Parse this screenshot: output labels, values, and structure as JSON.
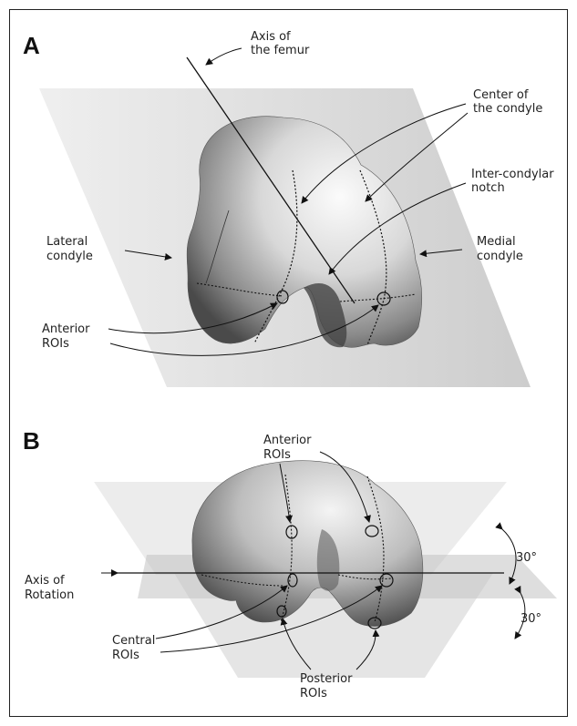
{
  "panels": [
    {
      "letter": "A",
      "labels": {
        "axis_femur": [
          "Axis of",
          "the femur"
        ],
        "center_condyle": [
          "Center of",
          "the condyle"
        ],
        "notch": [
          "Inter-condylar",
          "notch"
        ],
        "lateral": [
          "Lateral",
          "condyle"
        ],
        "medial": [
          "Medial",
          "condyle"
        ],
        "anterior_rois": [
          "Anterior",
          "ROIs"
        ]
      }
    },
    {
      "letter": "B",
      "labels": {
        "anterior_rois": [
          "Anterior",
          "ROIs"
        ],
        "axis_rotation": [
          "Axis of",
          "Rotation"
        ],
        "central_rois": [
          "Central",
          "ROIs"
        ],
        "posterior_rois": [
          "Posterior",
          "ROIs"
        ],
        "angle_upper": "30°",
        "angle_lower": "30°"
      }
    }
  ],
  "colors": {
    "bone_light": "#f2f2f2",
    "bone_dark": "#5a5a5a",
    "plane": "#c8c8c8",
    "ink": "#111111"
  }
}
